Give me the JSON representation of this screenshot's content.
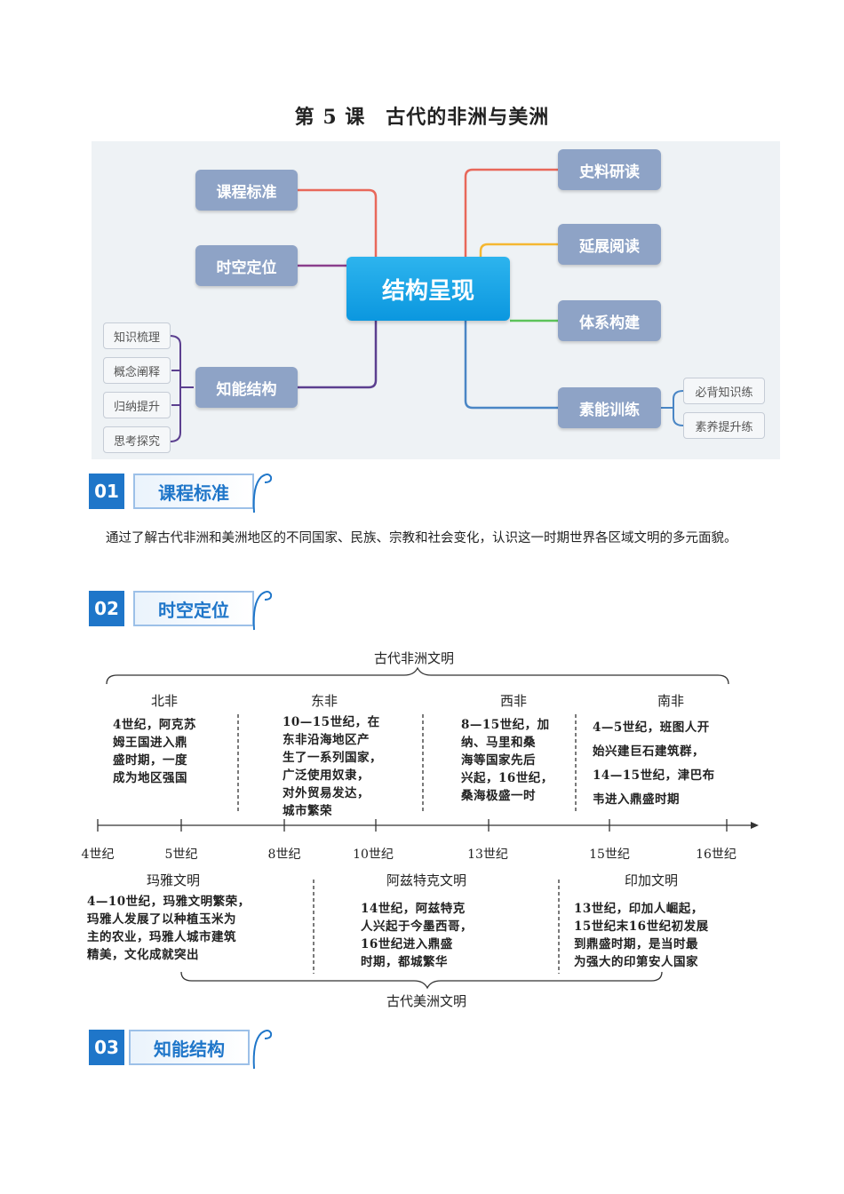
{
  "title": "第 5 课　古代的非洲与美洲",
  "mindmap": {
    "center": "结构呈现",
    "left_nodes": [
      "课程标准",
      "时空定位",
      "知能结构"
    ],
    "right_nodes": [
      "史料研读",
      "延展阅读",
      "体系构建",
      "素能训练"
    ],
    "left_leaves": [
      "知识梳理",
      "概念阐释",
      "归纳提升",
      "思考探究"
    ],
    "right_leaves": [
      "必背知识练",
      "素养提升练"
    ],
    "line_colors": [
      "#e8685a",
      "#8a3f8c",
      "#5b3f8f",
      "#e8685a",
      "#f5b731",
      "#5cc35a",
      "#4a86c5"
    ]
  },
  "sections": [
    {
      "num": "01",
      "label": "课程标准"
    },
    {
      "num": "02",
      "label": "时空定位"
    },
    {
      "num": "03",
      "label": "知能结构"
    }
  ],
  "curriculum_text": "通过了解古代非洲和美洲地区的不同国家、民族、宗教和社会变化，认识这一时期世界各区域文明的多元面貌。",
  "timeline": {
    "africa_title": "古代非洲文明",
    "america_title": "古代美洲文明",
    "africa": [
      {
        "region": "北非",
        "lines": [
          "4世纪，阿克苏",
          "姆王国进入鼎",
          "盛时期，一度",
          "成为地区强国"
        ]
      },
      {
        "region": "东非",
        "lines": [
          "10—15世纪，在",
          "东非沿海地区产",
          "生了一系列国家，",
          "广泛使用奴隶，",
          "对外贸易发达，",
          "城市繁荣"
        ]
      },
      {
        "region": "西非",
        "lines": [
          "8—15世纪，加",
          "纳、马里和桑",
          "海等国家先后",
          "兴起，16世纪，",
          "桑海极盛一时"
        ]
      },
      {
        "region": "南非",
        "lines": [
          "4—5世纪，班图人开",
          "始兴建巨石建筑群，",
          "14—15世纪，津巴布",
          "韦进入鼎盛时期"
        ]
      }
    ],
    "ticks": [
      "4世纪",
      "5世纪",
      "8世纪",
      "10世纪",
      "13世纪",
      "15世纪",
      "16世纪"
    ],
    "america": [
      {
        "region": "玛雅文明",
        "lines": [
          "4—10世纪，玛雅文明繁荣，",
          "玛雅人发展了以种植玉米为",
          "主的农业，玛雅人城市建筑",
          "精美，文化成就突出"
        ]
      },
      {
        "region": "阿兹特克文明",
        "lines": [
          "14世纪，阿兹特克",
          "人兴起于今墨西哥，",
          "16世纪进入鼎盛",
          "时期，都城繁华"
        ]
      },
      {
        "region": "印加文明",
        "lines": [
          "13世纪，印加人崛起，",
          "15世纪末16世纪初发展",
          "到鼎盛时期，是当时最",
          "为强大的印第安人国家"
        ]
      }
    ]
  }
}
